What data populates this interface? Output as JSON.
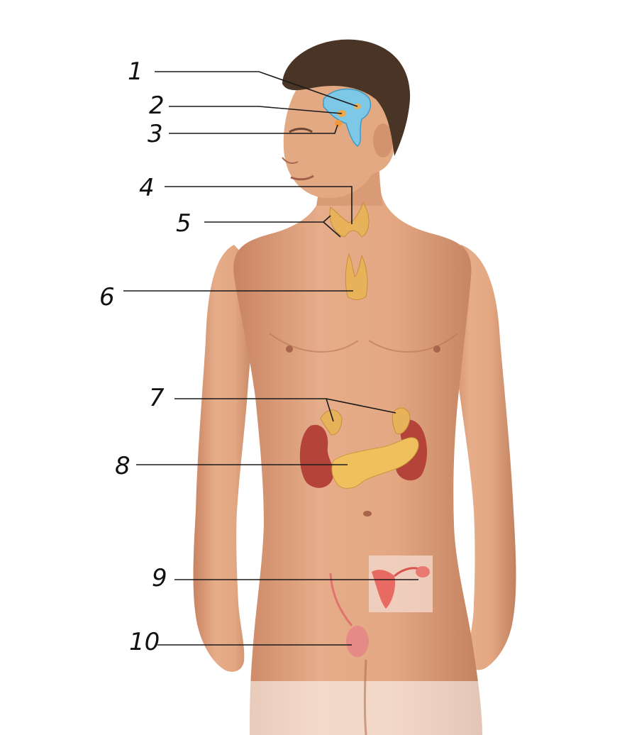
{
  "labels": [
    {
      "id": 1,
      "text": "1"
    },
    {
      "id": 2,
      "text": "2"
    },
    {
      "id": 3,
      "text": "3"
    },
    {
      "id": 4,
      "text": "4"
    },
    {
      "id": 5,
      "text": "5"
    },
    {
      "id": 6,
      "text": "6"
    },
    {
      "id": 7,
      "text": "7"
    },
    {
      "id": 8,
      "text": "8"
    },
    {
      "id": 9,
      "text": "9"
    },
    {
      "id": 10,
      "text": "10"
    }
  ],
  "colors": {
    "skin": "#e0a37f",
    "skin_shadow": "#c98462",
    "hair": "#4a3426",
    "brain": "#7cc8e6",
    "gland": "#e8b25a",
    "kidney": "#b4433a",
    "pancreas": "#f0c05e",
    "uterus_inset": "#f3d7cc",
    "testis": "#e58a86",
    "leader": "#1a1a1a"
  }
}
